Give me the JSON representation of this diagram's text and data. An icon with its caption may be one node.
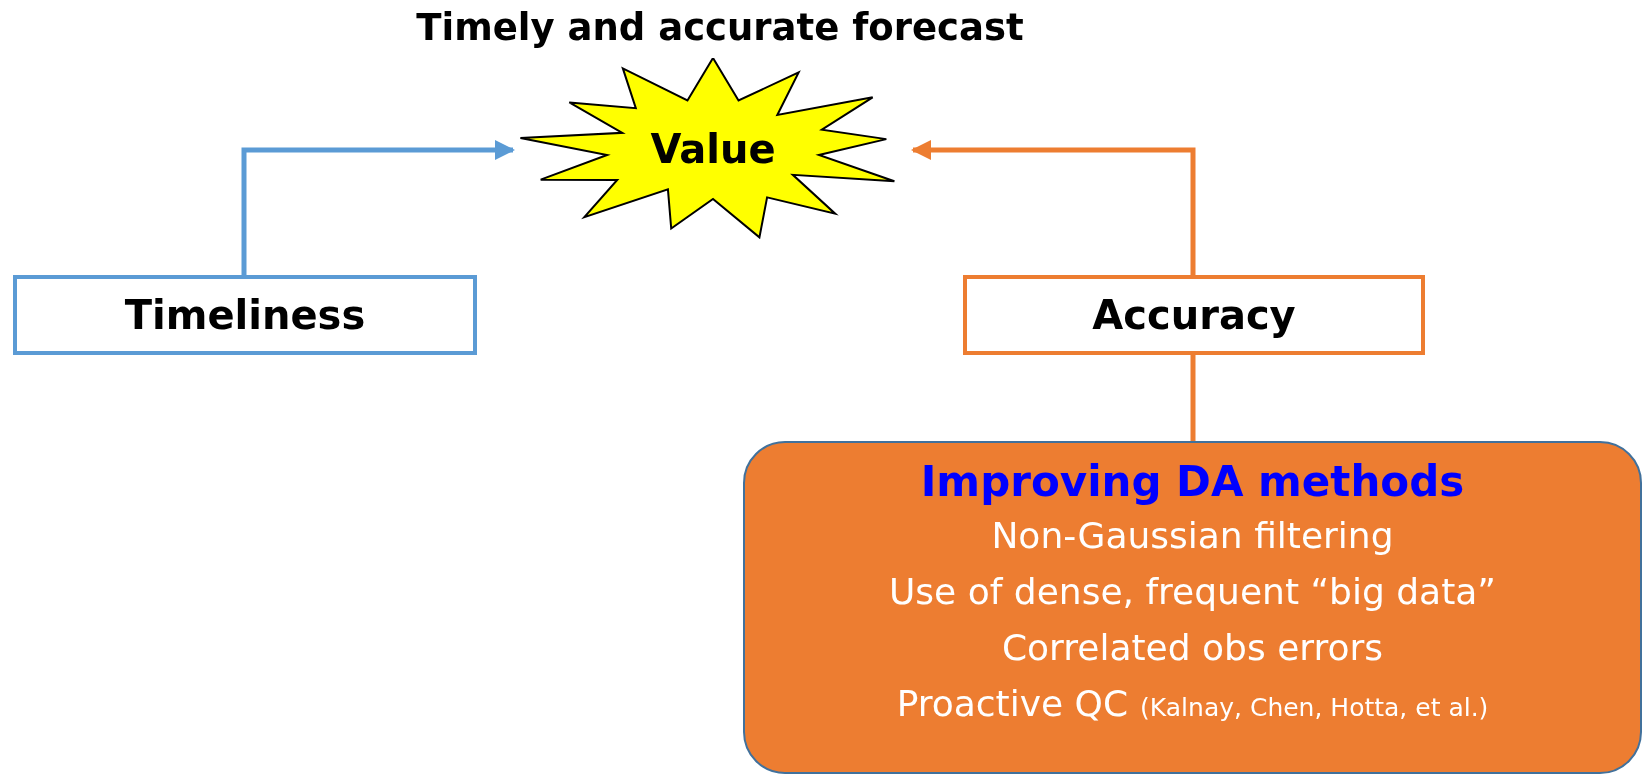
{
  "diagram": {
    "title": "Timely and accurate forecast",
    "nodes": [
      {
        "text": [
          "Value"
        ]
      },
      {
        "text": [
          "Timeliness"
        ]
      },
      {
        "text": [
          "Accuracy"
        ]
      },
      {
        "text": [
          "Improving DA methods",
          "Non-Gaussian filtering",
          "Use of dense, frequent “big data”",
          "Correlated obs errors",
          "Proactive QC",
          "(Kalnay, Chen, Hotta, et al.)"
        ]
      }
    ],
    "edges": [
      {
        "from": 1,
        "to": 0,
        "arrow": "to",
        "color": "#5b9bd5"
      },
      {
        "from": 2,
        "to": 0,
        "arrow": "to"
      },
      {
        "from": 3,
        "to": 2,
        "arrow": "none"
      }
    ]
  }
}
